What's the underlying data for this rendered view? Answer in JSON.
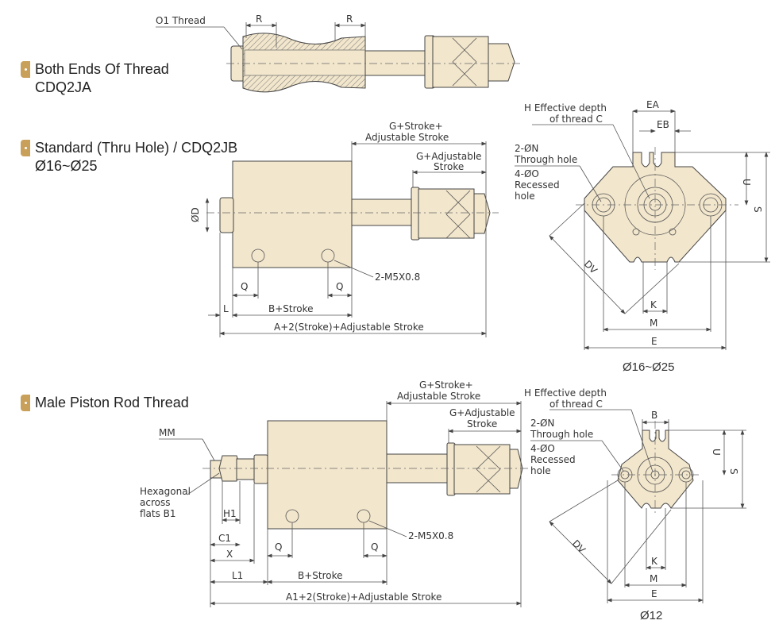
{
  "sections": [
    {
      "title": "Both Ends Of Thread",
      "subtitle": "CDQ2JA"
    },
    {
      "title": "Standard (Thru Hole) / CDQ2JB",
      "subtitle": "Ø16~Ø25"
    },
    {
      "title": "Male Piston Rod Thread"
    }
  ],
  "labels": {
    "o1_thread": "O1 Thread",
    "r": "R",
    "g_stroke_adj_1": "G+Stroke+",
    "g_stroke_adj_2": "Adjustable Stroke",
    "g_adj_1": "G+Adjustable",
    "g_adj_2": "Stroke",
    "d": "ØD",
    "q": "Q",
    "m5": "2-M5X0.8",
    "l": "L",
    "b_stroke": "B+Stroke",
    "a_total": "A+2(Stroke)+Adjustable Stroke",
    "h_depth_1": "H Effective depth",
    "h_depth_2": "of thread C",
    "n_hole_1": "2-ØN",
    "n_hole_2": "Through hole",
    "o_hole_1": "4-ØO",
    "o_hole_2": "Recessed",
    "o_hole_3": "hole",
    "ea": "EA",
    "eb": "EB",
    "u": "U",
    "s": "S",
    "dv": "DV",
    "k": "K",
    "m": "M",
    "e": "E",
    "range_caption": "Ø16~Ø25",
    "mm": "MM",
    "hex_1": "Hexagonal",
    "hex_2": "across",
    "hex_3": "flats B1",
    "h1": "H1",
    "c1": "C1",
    "x": "X",
    "l1": "L1",
    "a1_total": "A1+2(Stroke)+Adjustable Stroke",
    "b": "B",
    "caption_12": "Ø12"
  },
  "colors": {
    "body": "#f2e6cc",
    "accent": "#c9a05a",
    "line": "#555555"
  }
}
